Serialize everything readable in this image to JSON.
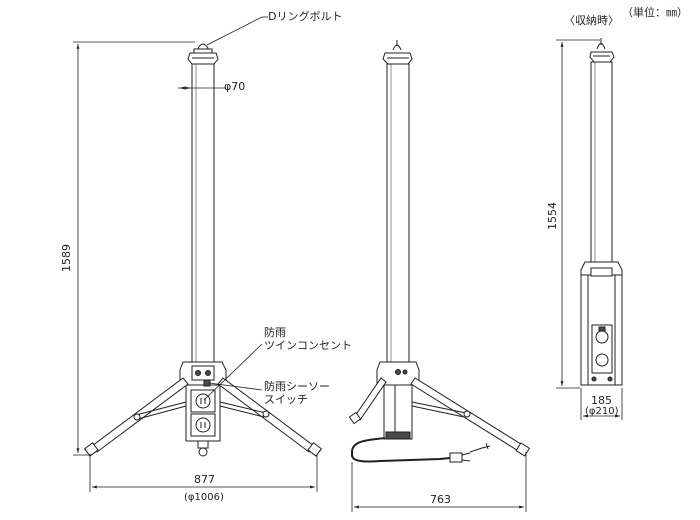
{
  "unit_note": "（単位：㎜）",
  "stowed_label": "〈収納時〉",
  "callouts": {
    "d_ring_bolt": "Dリングボルト",
    "pole_diameter": "φ70",
    "twin_outlet_line1": "防雨",
    "twin_outlet_line2": "ツインコンセント",
    "seesaw_switch_line1": "防雨シーソー",
    "seesaw_switch_line2": "スイッチ"
  },
  "dimensions": {
    "height_deployed": "1589",
    "leg_span_front": "877",
    "leg_span_front_diameter": "(φ1006)",
    "leg_span_side": "763",
    "height_stowed": "1554",
    "width_stowed": "185",
    "width_stowed_diameter": "(φ210)"
  },
  "colors": {
    "line": "#231f20",
    "pole_fill": "#ffffff",
    "dark_fill": "#4a4a4a"
  }
}
